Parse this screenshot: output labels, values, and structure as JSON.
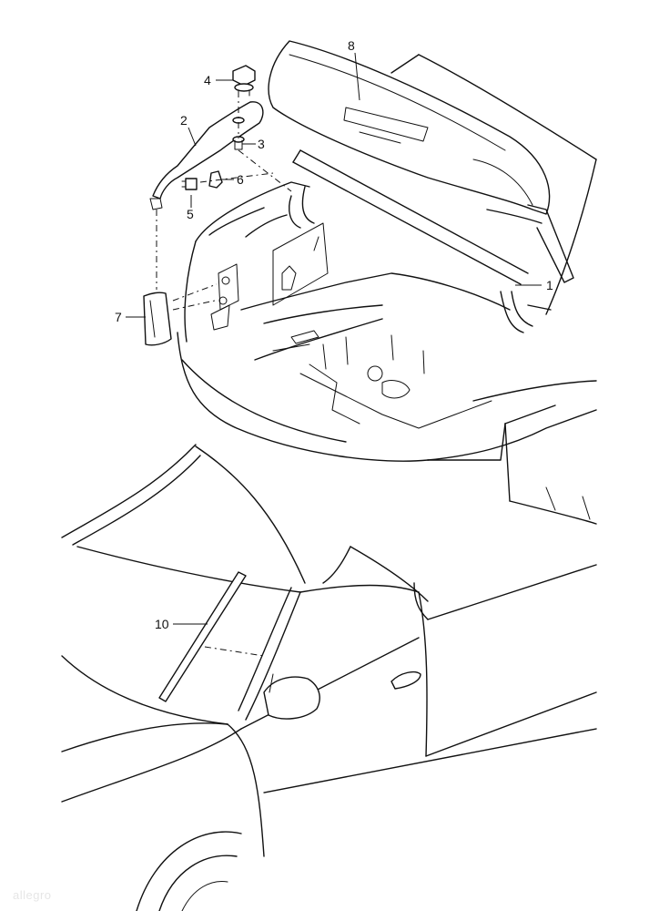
{
  "callouts": {
    "c1": "1",
    "c2": "2",
    "c3": "3",
    "c4": "4",
    "c5": "5",
    "c6": "6",
    "c7": "7",
    "c8": "8",
    "c10": "10"
  },
  "watermark": "allegro"
}
